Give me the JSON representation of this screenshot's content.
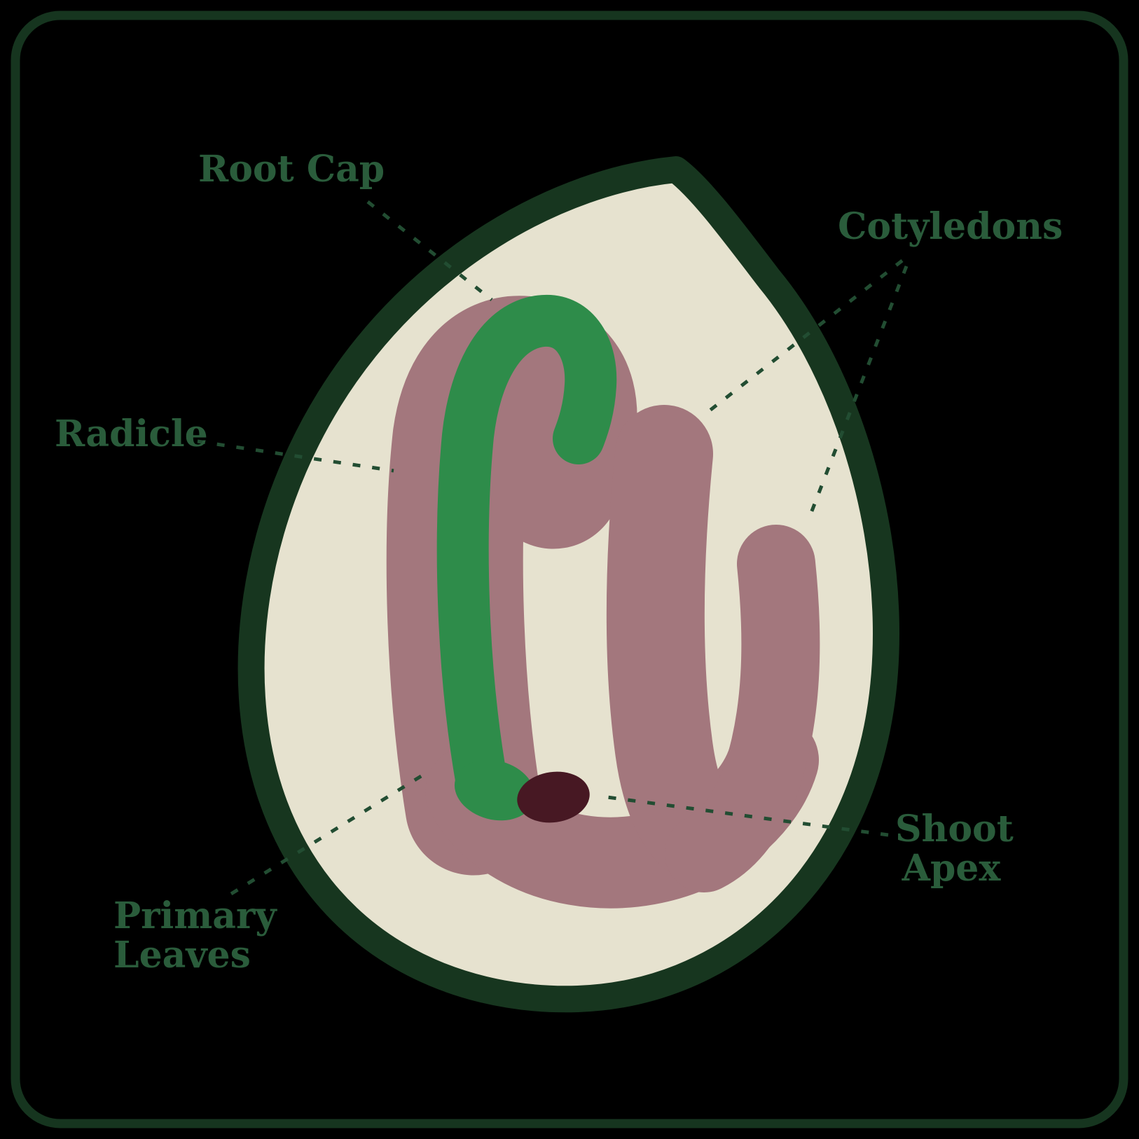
{
  "diagram": {
    "labels": {
      "root_cap": "Root Cap",
      "cotyledons": "Cotyledons",
      "radicle": "Radicle",
      "shoot_apex": [
        "Shoot",
        "Apex"
      ],
      "primary_leaves": [
        "Primary",
        "Leaves"
      ]
    },
    "colors": {
      "background": "#000000",
      "frame_border": "#16351f",
      "seed_outline": "#17361f",
      "seed_fill": "#e6e2cf",
      "cotyledon_fill": "#a3777d",
      "radicle_fill": "#2e8c4a",
      "shoot_apex_fill": "#471823",
      "label_text": "#2a5c3b",
      "leader_line": "#224d32"
    }
  }
}
